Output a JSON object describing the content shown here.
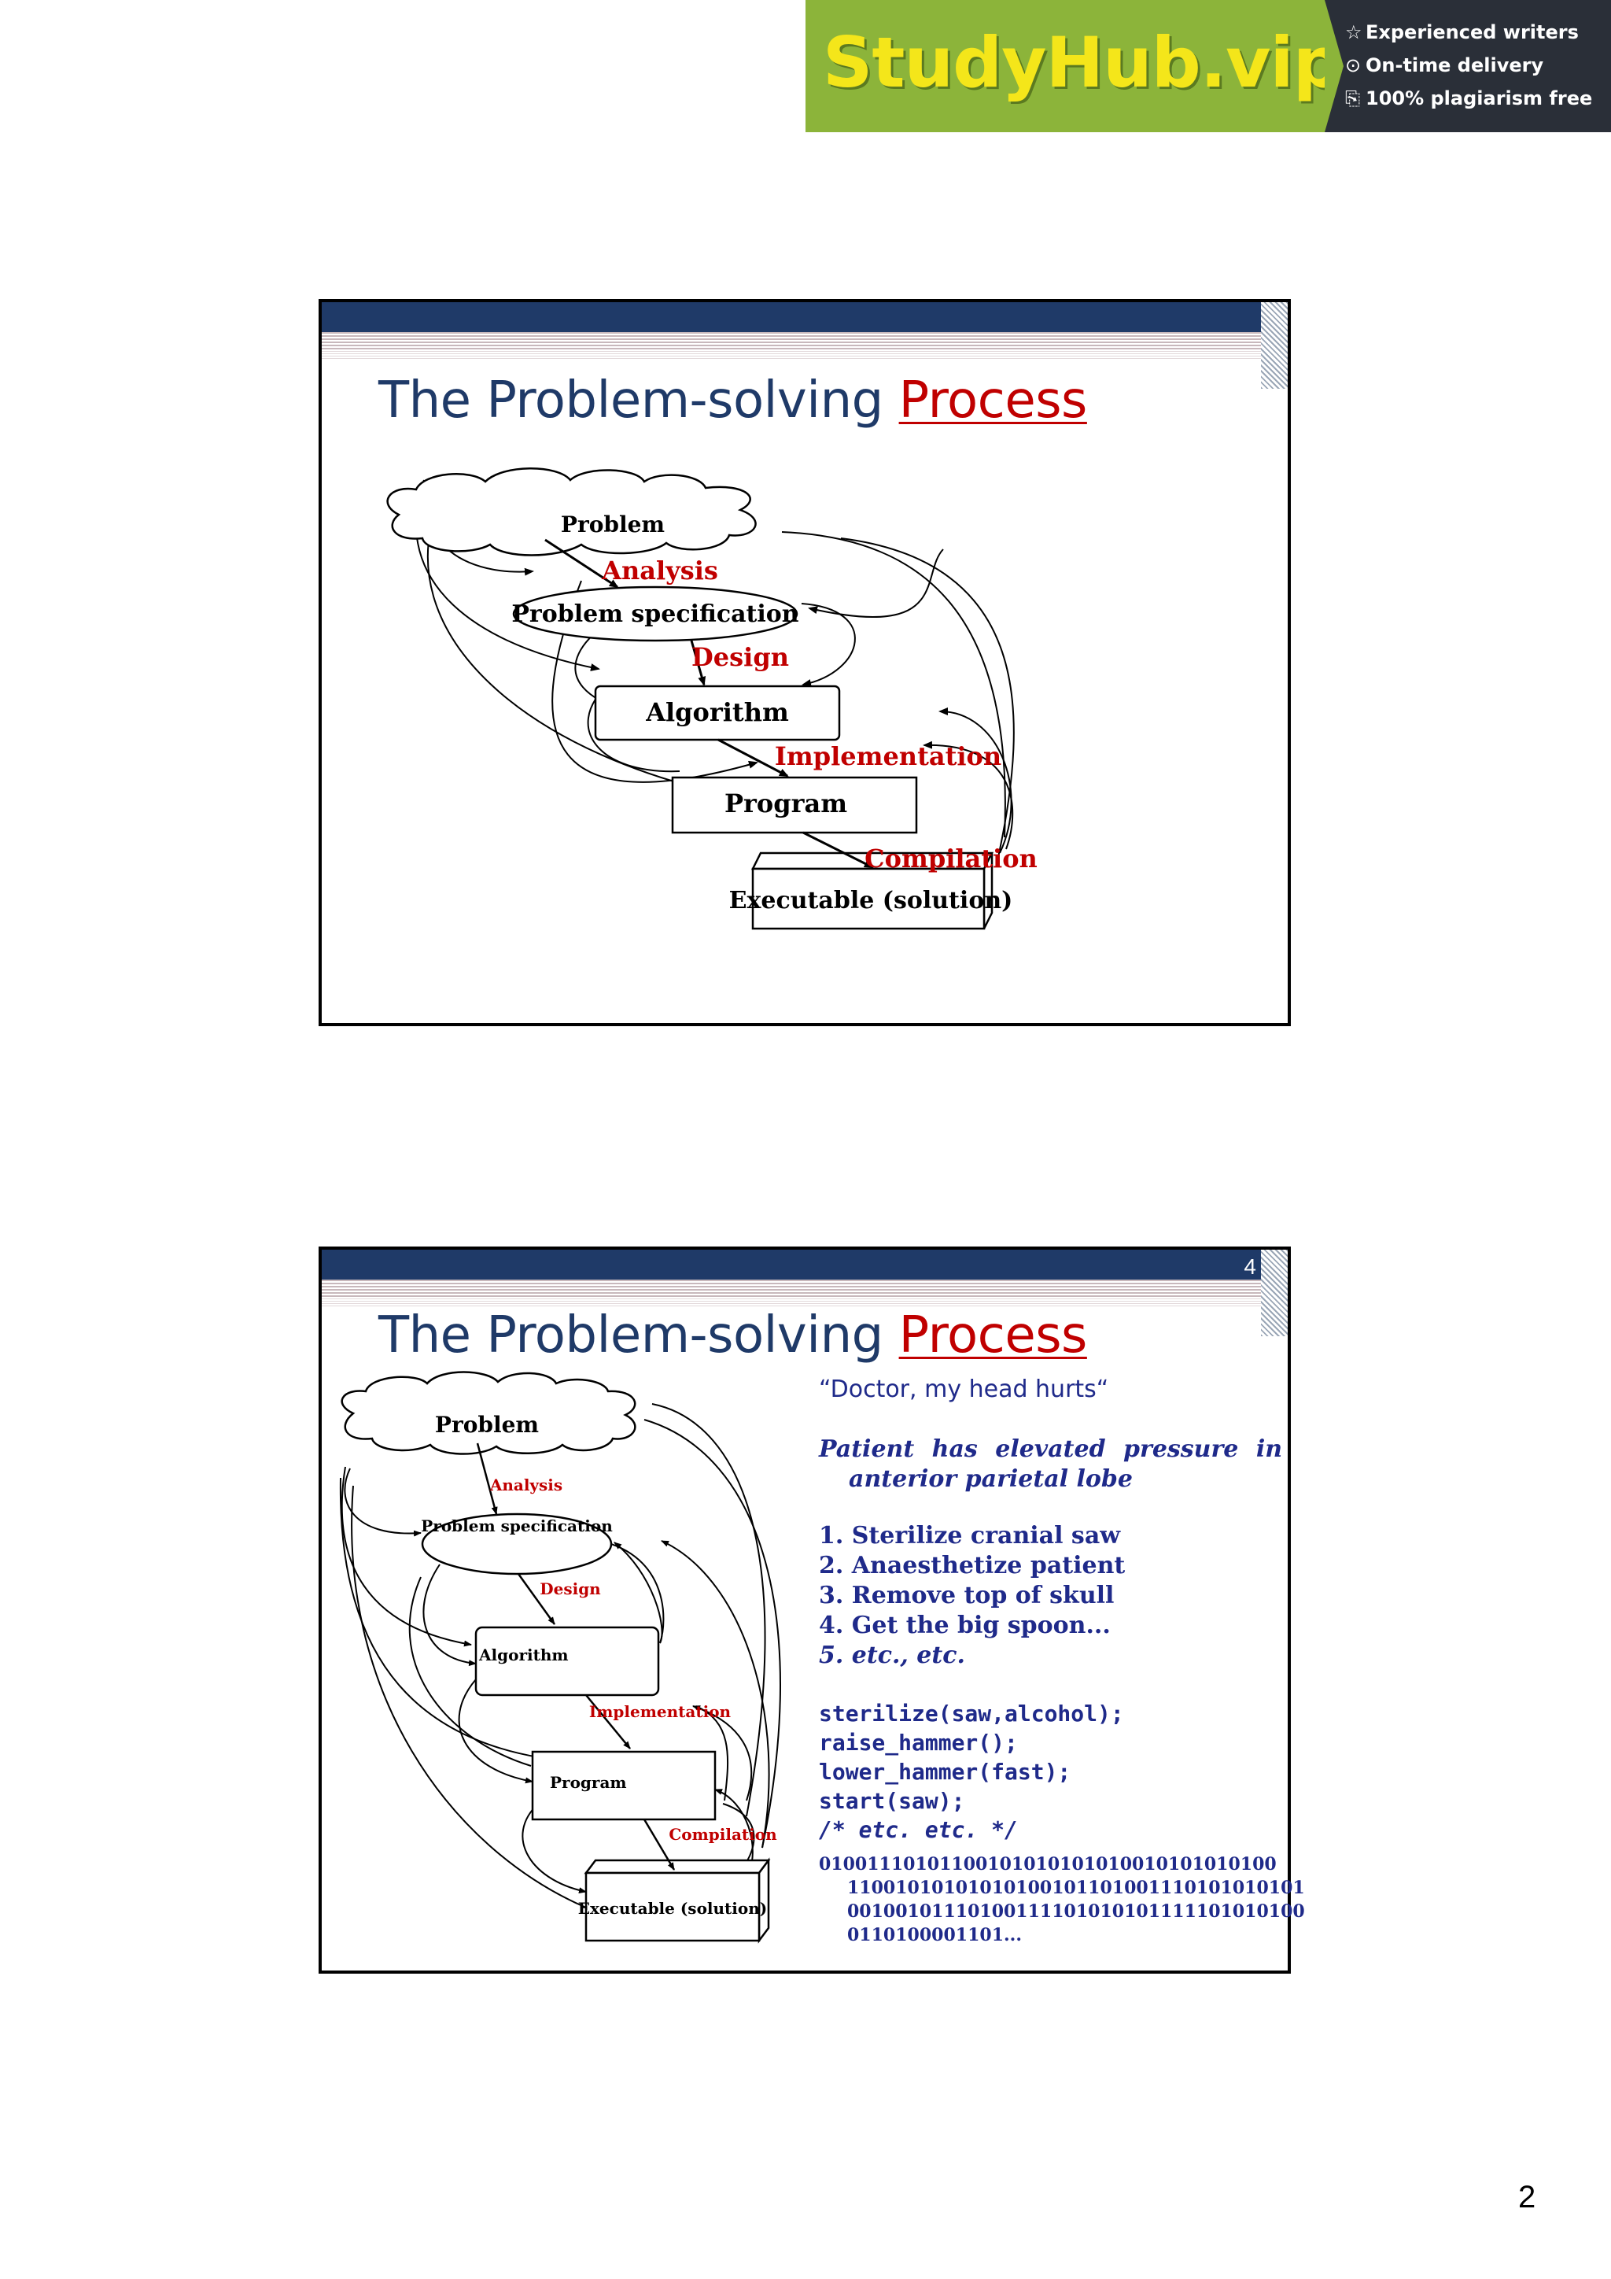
{
  "banner": {
    "brand": "StudyHub.vip",
    "features": [
      {
        "icon": "star-icon",
        "glyph": "☆",
        "text": "Experienced writers"
      },
      {
        "icon": "clock-icon",
        "glyph": "⊙",
        "text": "On-time delivery"
      },
      {
        "icon": "copy-icon",
        "glyph": "⎘",
        "text": "100% plagiarism free"
      }
    ]
  },
  "slide1": {
    "title_main": "The Problem-solving ",
    "title_accent": "Process",
    "diagram": {
      "problem": "Problem",
      "analysis": "Analysis",
      "spec": "Problem specification",
      "design": "Design",
      "algorithm": "Algorithm",
      "implementation": "Implementation",
      "program": "Program",
      "compilation": "Compilation",
      "executable": "Executable (solution)"
    }
  },
  "slide2": {
    "number": "4",
    "title_main": "The Problem-solving ",
    "title_accent": "Process",
    "diagram": {
      "problem": "Problem",
      "analysis": "Analysis",
      "spec": "Problem specification",
      "design": "Design",
      "algorithm": "Algorithm",
      "implementation": "Implementation",
      "program": "Program",
      "compilation": "Compilation",
      "executable": "Executable (solution)"
    },
    "quote": "“Doctor, my head hurts“",
    "patient_line1": "Patient has elevated pressure in",
    "patient_line2": "anterior parietal lobe",
    "steps": [
      "1. Sterilize cranial saw",
      "2. Anaesthetize patient",
      "3. Remove top of skull",
      "4. Get the big spoon...",
      "5. etc., etc."
    ],
    "code": [
      "sterilize(saw,alcohol);",
      "raise_hammer();",
      "lower_hammer(fast);",
      "start(saw);",
      "/* etc. etc. */"
    ],
    "binary": [
      "01001110101100101010101010010101010100",
      "11001010101010100101101001110101010101",
      "00100101110100111101010101111101010100",
      "0110100001101..."
    ]
  },
  "page_number": "2",
  "colors": {
    "title_blue": "#1f3a68",
    "accent_red": "#c00000",
    "text_blue": "#1f2a8a",
    "brand_green": "#8cb43a",
    "brand_yellow": "#f4e61a"
  }
}
